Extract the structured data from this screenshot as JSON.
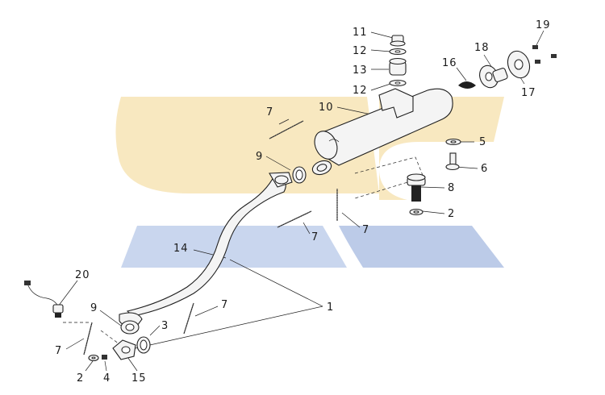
{
  "diagram": {
    "watermark": {
      "colors": {
        "yellow": "#f8e8c0",
        "blue": "#c9d6ee",
        "blue_dark": "#bccbe8"
      }
    },
    "callouts": [
      {
        "id": "c11",
        "text": "11"
      },
      {
        "id": "c12a",
        "text": "12"
      },
      {
        "id": "c13",
        "text": "13"
      },
      {
        "id": "c12b",
        "text": "12"
      },
      {
        "id": "c10",
        "text": "10"
      },
      {
        "id": "c16",
        "text": "16"
      },
      {
        "id": "c18",
        "text": "18"
      },
      {
        "id": "c19",
        "text": "19"
      },
      {
        "id": "c17",
        "text": "17"
      },
      {
        "id": "c5",
        "text": "5"
      },
      {
        "id": "c6",
        "text": "6"
      },
      {
        "id": "c7a",
        "text": "7"
      },
      {
        "id": "c9a",
        "text": "9"
      },
      {
        "id": "c8",
        "text": "8"
      },
      {
        "id": "c2a",
        "text": "2"
      },
      {
        "id": "c7b",
        "text": "7"
      },
      {
        "id": "c7c",
        "text": "7"
      },
      {
        "id": "c14",
        "text": "14"
      },
      {
        "id": "c20",
        "text": "20"
      },
      {
        "id": "c1",
        "text": "1"
      },
      {
        "id": "c9b",
        "text": "9"
      },
      {
        "id": "c7d",
        "text": "7"
      },
      {
        "id": "c3",
        "text": "3"
      },
      {
        "id": "c7e",
        "text": "7"
      },
      {
        "id": "c2b",
        "text": "2"
      },
      {
        "id": "c4",
        "text": "4"
      },
      {
        "id": "c15",
        "text": "15"
      }
    ]
  }
}
